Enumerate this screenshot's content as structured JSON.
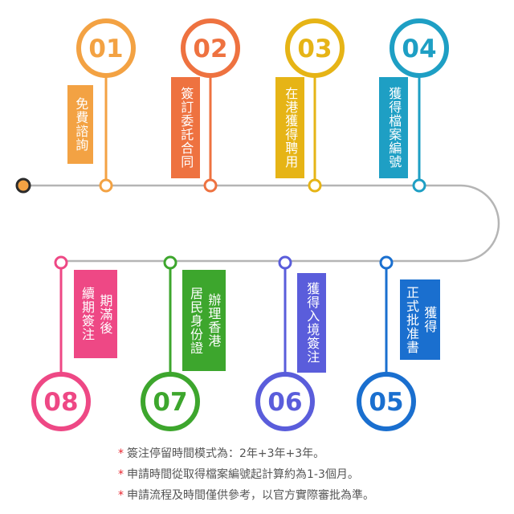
{
  "steps": [
    {
      "number": "01",
      "color": "#F3A243",
      "label": [
        "免費諮詢"
      ]
    },
    {
      "number": "02",
      "color": "#EE7240",
      "label": [
        "簽訂委託合同"
      ]
    },
    {
      "number": "03",
      "color": "#E6B416",
      "label": [
        "在港獲得聘用"
      ]
    },
    {
      "number": "04",
      "color": "#1E9FC4",
      "label": [
        "獲得檔案編號"
      ]
    },
    {
      "number": "05",
      "color": "#1A6FCF",
      "label": [
        "獲得",
        "正式批准書"
      ]
    },
    {
      "number": "06",
      "color": "#5A5DDB",
      "label": [
        "獲得入境簽注"
      ]
    },
    {
      "number": "07",
      "color": "#3DA62D",
      "label": [
        "辦理香港",
        "居民身份證"
      ]
    },
    {
      "number": "08",
      "color": "#EE4885",
      "label": [
        "期滿後",
        "續期簽注"
      ]
    }
  ],
  "timeline": {
    "line_color": "#B5B5B5",
    "start_dot_color": "#F3A243"
  },
  "notes": [
    "簽注停留時間模式為：2年+3年+3年。",
    "申請時間從取得檔案編號起計算約為1-3個月。",
    "申請流程及時間僅供參考，以官方實際審批為準。"
  ],
  "note_marker": "*"
}
